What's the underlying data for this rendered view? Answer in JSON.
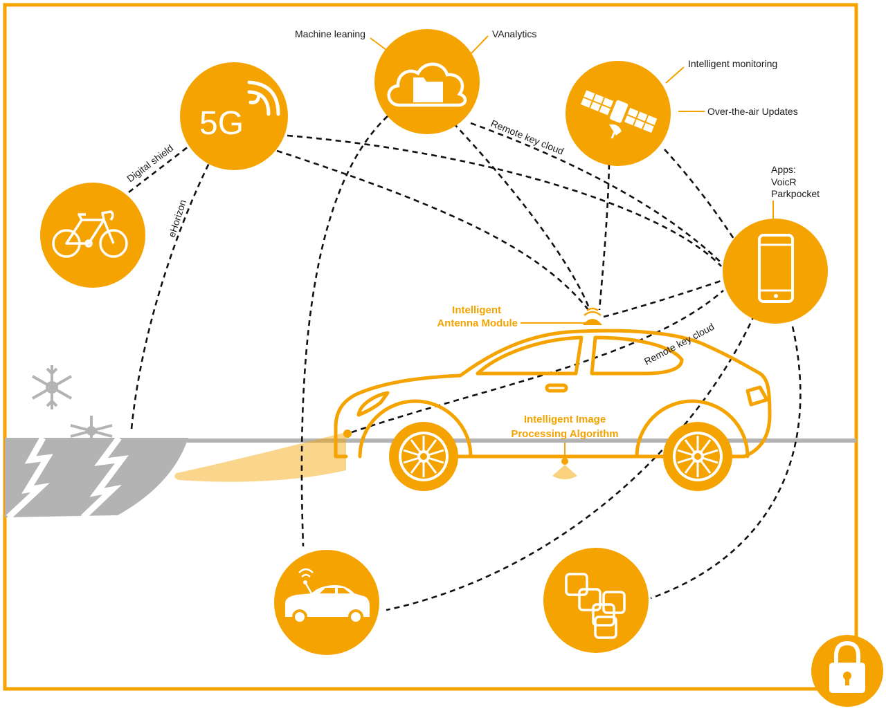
{
  "colors": {
    "accent": "#f5a300",
    "road": "#b3b3b3",
    "lines": "#111111"
  },
  "nodes": {
    "network": {
      "label": "5G",
      "icon": "wireless-signal-icon"
    },
    "cloud": {
      "icon": "cloud-folder-icon"
    },
    "satellite": {
      "icon": "satellite-icon"
    },
    "phone": {
      "icon": "smartphone-icon"
    },
    "bicycle": {
      "icon": "bicycle-icon"
    },
    "connected_car": {
      "icon": "connected-car-icon"
    },
    "blocks": {
      "icon": "linked-squares-icon"
    },
    "lock": {
      "icon": "padlock-icon"
    }
  },
  "labels": {
    "machine_learning": "Machine leaning",
    "vanalytics": "VAnalytics",
    "intelligent_monitoring": "Intelligent monitoring",
    "ota_updates": "Over-the-air Updates",
    "apps_title": "Apps:",
    "apps_item1": "VoicR",
    "apps_item2": "Parkpocket",
    "digital_shield": "Digital shield",
    "ehorizon": "eHorizon",
    "remote_key_cloud_top": "Remote key cloud",
    "remote_key_cloud_bottom": "Remote key cloud",
    "antenna_line1": "Intelligent",
    "antenna_line2": "Antenna Module",
    "image_line1": "Intelligent Image",
    "image_line2": "Processing Algorithm"
  }
}
